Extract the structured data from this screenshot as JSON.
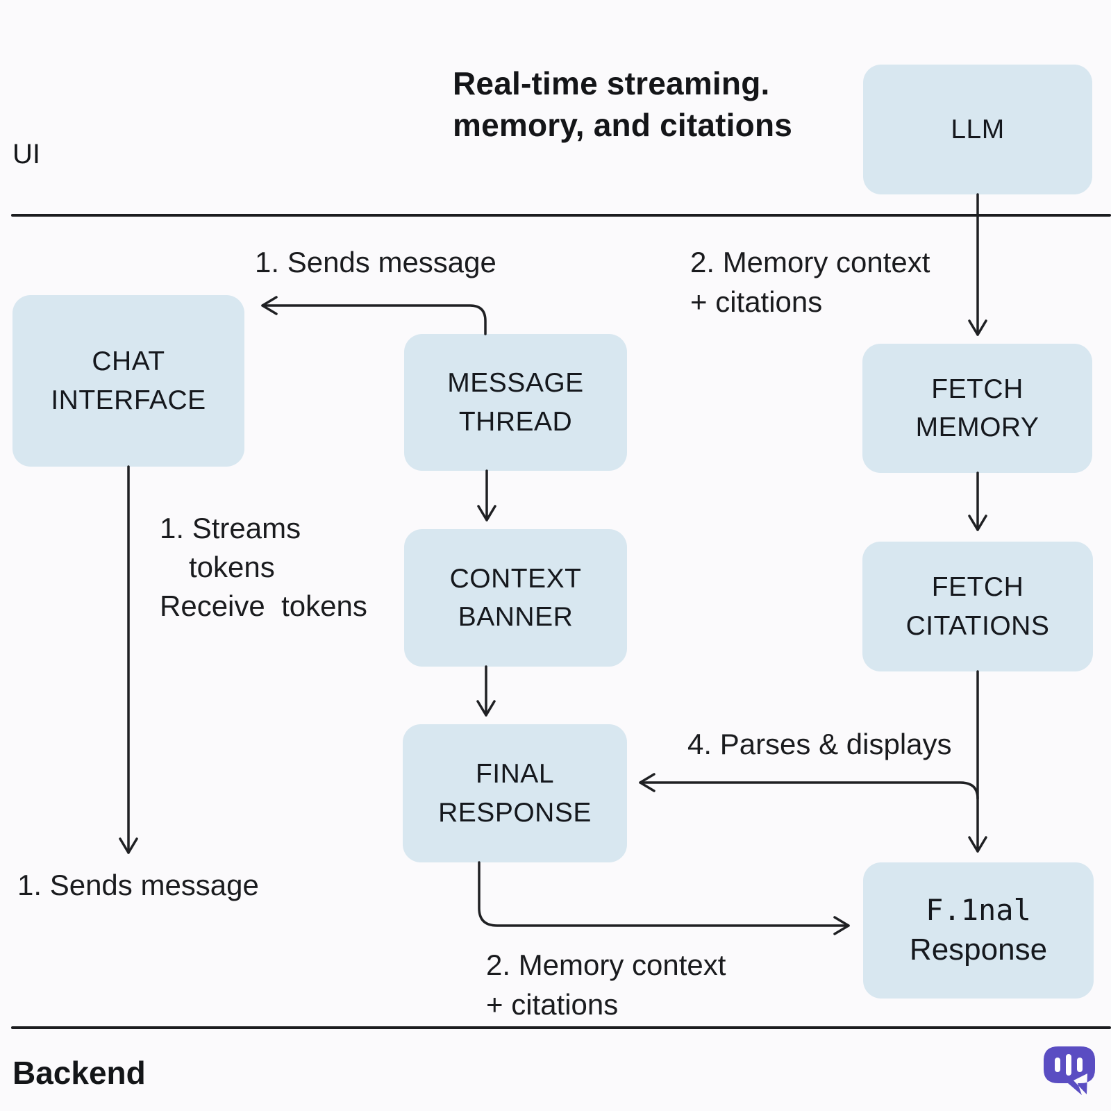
{
  "colors": {
    "background": "#fbfafc",
    "node_fill": "#d8e7f0",
    "line": "#1f2023",
    "text": "#16181c",
    "icon_accent": "#5a4dc2",
    "icon_bars": "#ffffff"
  },
  "title": {
    "line1": "Real-time streaming.",
    "line2": "memory, and citations"
  },
  "lanes": {
    "ui": "UI",
    "backend": "Backend"
  },
  "nodes": {
    "llm": {
      "label": "LLM"
    },
    "chat_interface": {
      "line1": "CHAT",
      "line2": "INTERFACE"
    },
    "message_thread": {
      "line1": "MESSAGE",
      "line2": "THREAD"
    },
    "context_banner": {
      "line1": "CONTEXT",
      "line2": "BANNER"
    },
    "final_response": {
      "line1": "FINAL",
      "line2": "RESPONSE"
    },
    "fetch_memory": {
      "line1": "FETCH",
      "line2": "MEMORY"
    },
    "fetch_citations": {
      "line1": "FETCH",
      "line2": "CITATIONS"
    },
    "final_response_backend": {
      "line1": "F.1nal",
      "line2": "Response"
    }
  },
  "edge_labels": {
    "sends_message_top": "1. Sends message",
    "memory_context_top": {
      "line1": "2. Memory context",
      "line2": "+ citations"
    },
    "streams_tokens": {
      "line1": "1. Streams",
      "line2": "tokens",
      "line3": "Receive  tokens"
    },
    "sends_message_bottom": "1. Sends message",
    "parses_displays": "4. Parses & displays",
    "memory_context_bottom": {
      "line1": "2. Memory context",
      "line2": "+ citations"
    }
  },
  "icons": {
    "chat_bubble": "speech-bubble-with-typing-bars"
  }
}
